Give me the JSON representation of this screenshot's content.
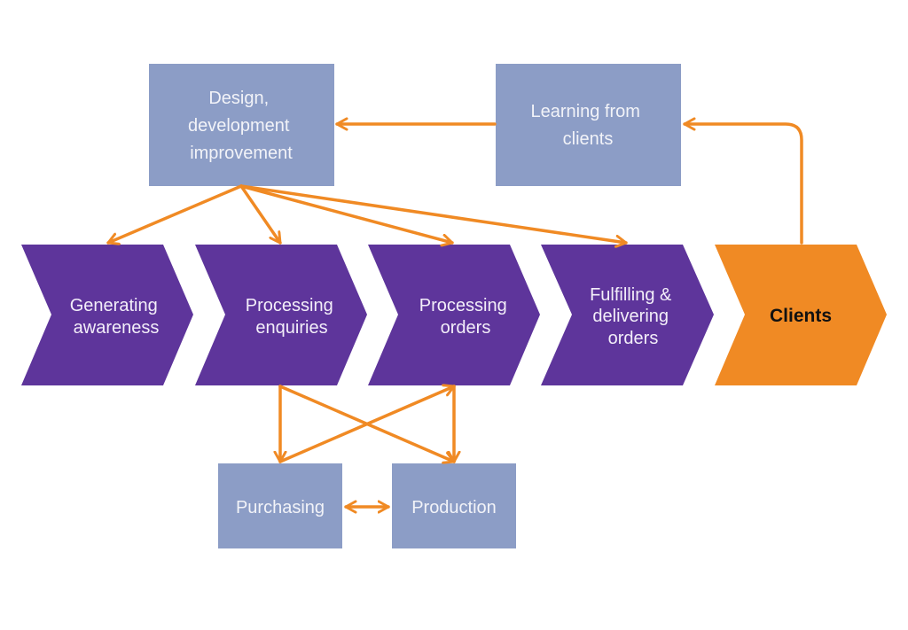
{
  "colors": {
    "box": "#8c9dc6",
    "chevron": "#5e359b",
    "client_chevron": "#f08a24",
    "arrow": "#f08a24"
  },
  "boxes": {
    "design": {
      "lines": [
        "Design,",
        "development",
        "improvement"
      ]
    },
    "learning": {
      "lines": [
        "Learning from",
        "clients"
      ]
    },
    "purchasing": {
      "lines": [
        "Purchasing"
      ]
    },
    "production": {
      "lines": [
        "Production"
      ]
    }
  },
  "chevrons": [
    {
      "id": "generating-awareness",
      "lines": [
        "Generating",
        "awareness"
      ]
    },
    {
      "id": "processing-enquiries",
      "lines": [
        "Processing",
        "enquiries"
      ]
    },
    {
      "id": "processing-orders",
      "lines": [
        "Processing",
        "orders"
      ]
    },
    {
      "id": "fulfilling-delivering-orders",
      "lines": [
        "Fulfilling &",
        "delivering",
        "orders"
      ]
    },
    {
      "id": "clients",
      "lines": [
        "Clients"
      ]
    }
  ],
  "connections": [
    {
      "from": "learning",
      "to": "design"
    },
    {
      "from": "clients",
      "to": "learning"
    },
    {
      "from": "design",
      "to": "generating-awareness"
    },
    {
      "from": "design",
      "to": "processing-enquiries"
    },
    {
      "from": "design",
      "to": "processing-orders"
    },
    {
      "from": "design",
      "to": "fulfilling-delivering-orders"
    },
    {
      "from": "processing-enquiries",
      "to": "purchasing"
    },
    {
      "from": "processing-enquiries",
      "to": "production"
    },
    {
      "from": "purchasing",
      "to": "processing-orders"
    },
    {
      "from": "processing-orders",
      "to": "production"
    },
    {
      "from": "purchasing",
      "to": "production",
      "bidirectional": true
    }
  ]
}
